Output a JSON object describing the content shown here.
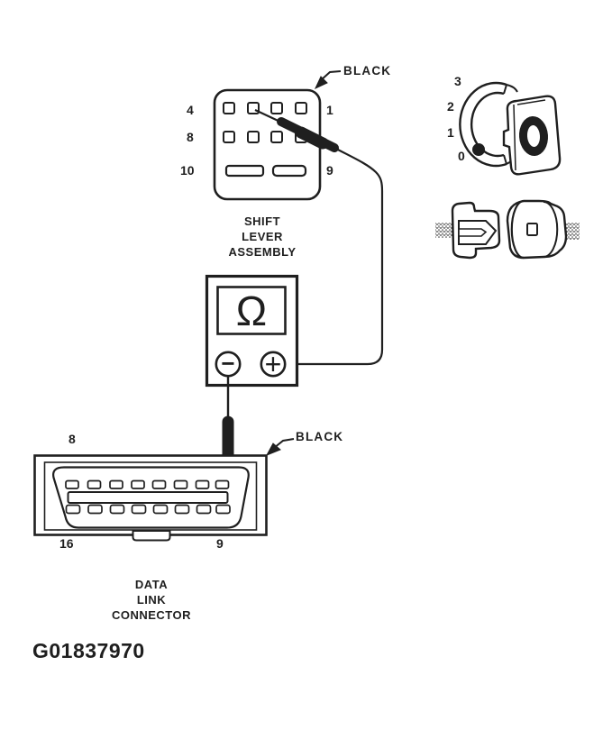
{
  "figure": {
    "id": "G01837970"
  },
  "colors": {
    "ink": "#1f1f1f",
    "paper": "#ffffff"
  },
  "shift_lever_connector": {
    "caption": {
      "line1": "SHIFT",
      "line2": "LEVER",
      "line3": "ASSEMBLY"
    },
    "wire_color_label": "BLACK",
    "pin_labels": {
      "row1_left": "4",
      "row2_left": "8",
      "row3_left": "10",
      "row1_right": "1",
      "row3_right": "9"
    }
  },
  "ignition_switch": {
    "positions": {
      "p3": "3",
      "p2": "2",
      "p1": "1",
      "p0": "0"
    }
  },
  "ohmmeter": {
    "display_symbol": "Ω",
    "negative_terminal": "−",
    "positive_terminal": "+"
  },
  "data_link_connector": {
    "caption": {
      "line1": "DATA",
      "line2": "LINK",
      "line3": "CONNECTOR"
    },
    "wire_color_label": "BLACK",
    "pin_labels": {
      "top_left": "8",
      "bottom_left": "16",
      "bottom_right": "9"
    }
  }
}
